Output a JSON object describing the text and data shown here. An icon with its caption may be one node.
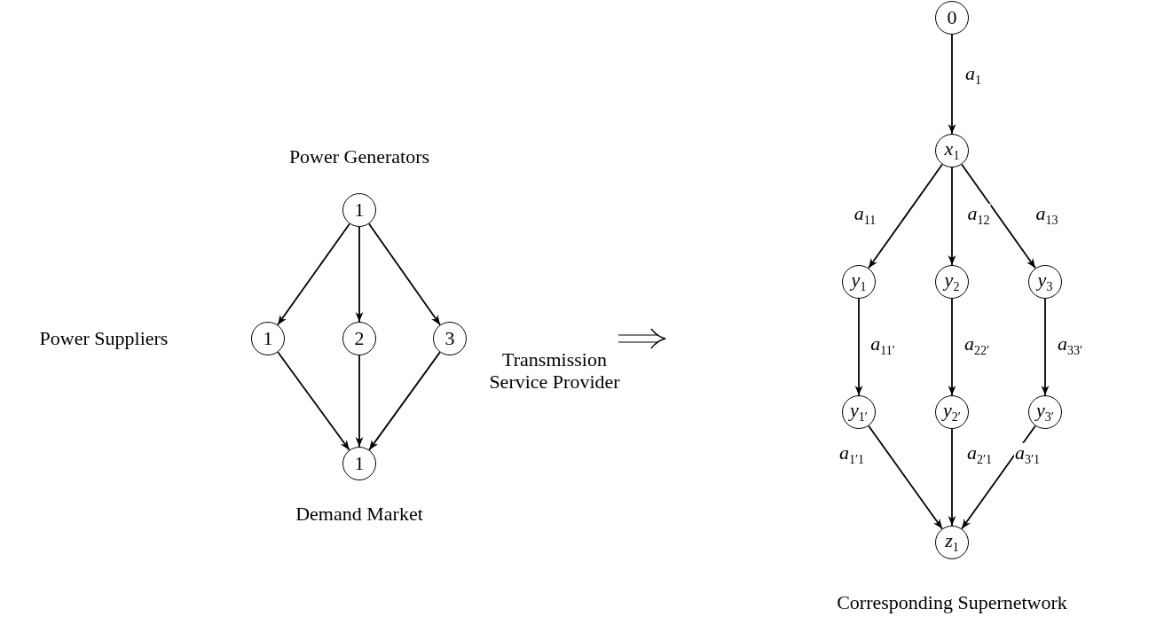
{
  "diagram": {
    "nodes": [
      {
        "text": [
          "1"
        ],
        "beside": [
          "Power Generators"
        ]
      },
      {
        "text": [
          "1"
        ]
      },
      {
        "text": [
          "2"
        ]
      },
      {
        "text": [
          "3"
        ]
      },
      {
        "text": [
          "1"
        ],
        "beside": [
          "Demand Market"
        ]
      },
      {
        "text": [
          "0"
        ]
      },
      {
        "text": [
          "*x*$_{1}$"
        ]
      },
      {
        "text": [
          "*y*$_{1}$"
        ]
      },
      {
        "text": [
          "*y*$_{2}$"
        ]
      },
      {
        "text": [
          "*y*$_{3}$"
        ]
      },
      {
        "text": [
          "*y*$_{1′}$"
        ]
      },
      {
        "text": [
          "*y*$_{2′}$"
        ]
      },
      {
        "text": [
          "*y*$_{3′}$"
        ]
      },
      {
        "text": [
          "*z*$_{1}$"
        ]
      }
    ],
    "edges": [
      {
        "from": 0,
        "to": 1,
        "arrow": "to"
      },
      {
        "from": 0,
        "to": 2,
        "arrow": "to"
      },
      {
        "from": 0,
        "to": 3,
        "arrow": "to"
      },
      {
        "from": 1,
        "to": 4,
        "arrow": "to"
      },
      {
        "from": 2,
        "to": 4,
        "arrow": "to"
      },
      {
        "from": 3,
        "to": 4,
        "arrow": "to"
      },
      {
        "from": 5,
        "to": 6,
        "arrow": "to",
        "label": "*a*$_{1}$"
      },
      {
        "from": 6,
        "to": 7,
        "arrow": "to",
        "label": "*a*$_{11}$"
      },
      {
        "from": 6,
        "to": 8,
        "arrow": "to",
        "label": "*a*$_{12}$"
      },
      {
        "from": 6,
        "to": 9,
        "arrow": "to",
        "label": "*a*$_{13}$"
      },
      {
        "from": 7,
        "to": 10,
        "arrow": "to",
        "label": "*a*$_{11′}$"
      },
      {
        "from": 8,
        "to": 11,
        "arrow": "to",
        "label": "*a*$_{22′}$"
      },
      {
        "from": 9,
        "to": 12,
        "arrow": "to",
        "label": "*a*$_{33′}$"
      },
      {
        "from": 10,
        "to": 13,
        "arrow": "to",
        "label": "*a*$_{1′1}$"
      },
      {
        "from": 11,
        "to": 13,
        "arrow": "to",
        "label": "*a*$_{2′1}$"
      },
      {
        "from": 12,
        "to": 13,
        "arrow": "to",
        "label": "*a*$_{3′1}$"
      }
    ],
    "labels": [
      "Power Suppliers",
      "Transmission Service Provider",
      "Corresponding Supernetwork"
    ]
  }
}
